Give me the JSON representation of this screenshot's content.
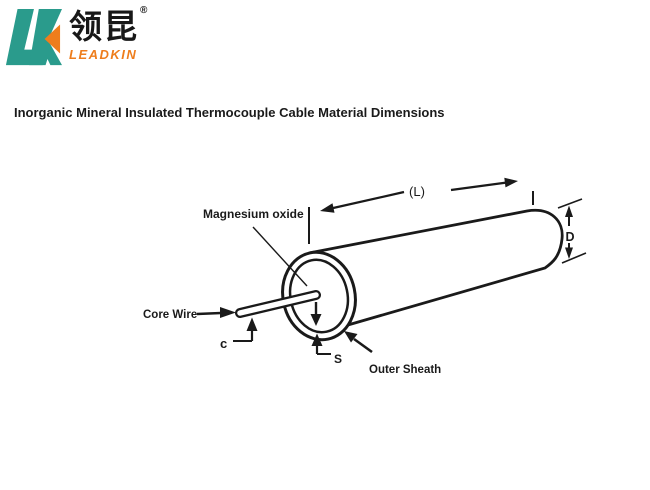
{
  "logo": {
    "mark": "LK",
    "name_cn": "领昆",
    "registered_mark": "®",
    "name_en": "LEADKIN",
    "colors": {
      "teal": "#2a9b8c",
      "orange": "#ee7d1c",
      "text_black": "#181818"
    }
  },
  "title": "Inorganic Mineral Insulated Thermocouple Cable Material Dimensions",
  "diagram": {
    "labels": {
      "magnesium_oxide": "Magnesium oxide",
      "length_dim": "(L)",
      "diameter_dim": "D",
      "core_wire": "Core Wire",
      "core_wire_dim": "c",
      "sheath_thickness_dim": "S",
      "outer_sheath": "Outer Sheath"
    },
    "line_color": "#1a1a1a",
    "background": "#ffffff"
  }
}
